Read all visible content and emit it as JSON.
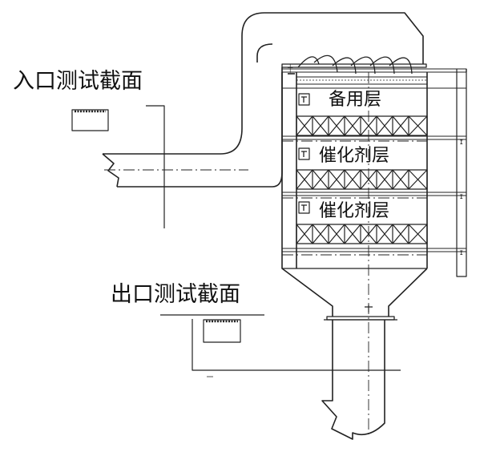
{
  "labels": {
    "inlet_section": "入口测试截面",
    "outlet_section": "出口测试截面",
    "spare_layer": "备用层",
    "catalyst_layer_1": "催化剂层",
    "catalyst_layer_2": "催化剂层"
  },
  "colors": {
    "line": "#222222",
    "background": "#ffffff"
  }
}
